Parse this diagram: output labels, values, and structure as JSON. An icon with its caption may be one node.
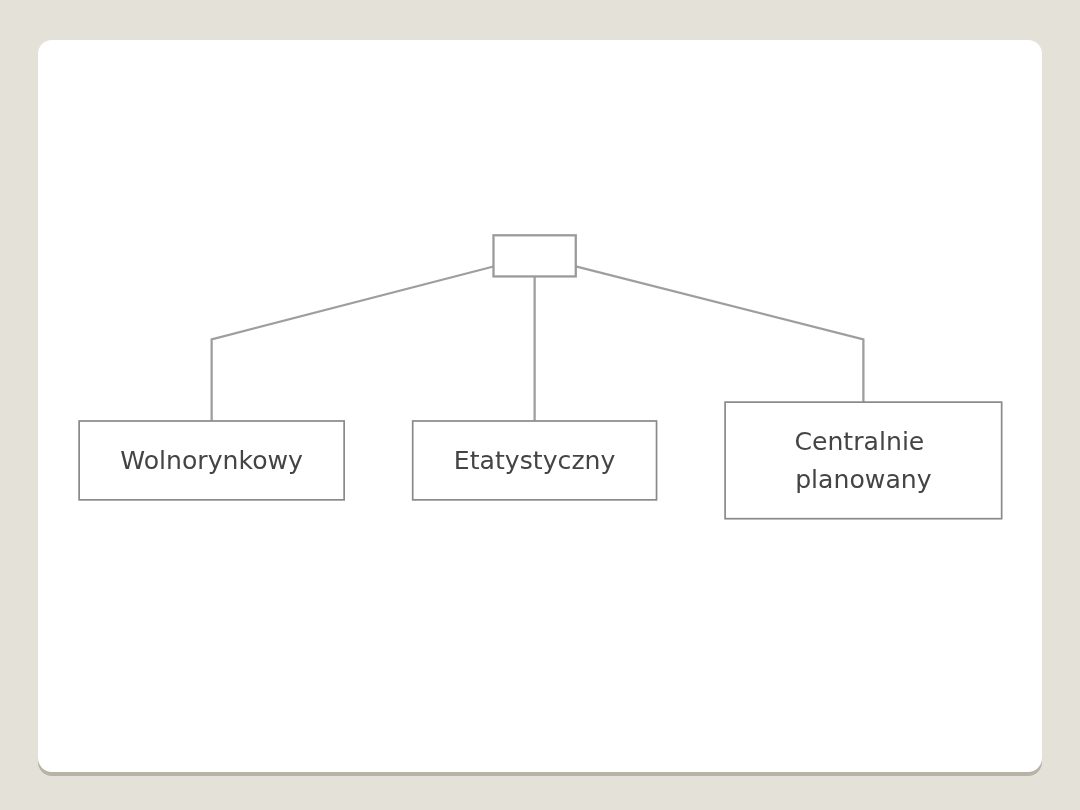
{
  "diagram": {
    "nodes": [
      {
        "text": [],
        "shape": "box"
      },
      {
        "text": [
          "Wolnorynkowy"
        ]
      },
      {
        "text": [
          "Etatystyczny"
        ]
      },
      {
        "text": [
          "Centralnie planowany"
        ]
      }
    ],
    "edges": [
      {
        "from": 0,
        "to": 1,
        "arrow": "none"
      },
      {
        "from": 0,
        "to": 2,
        "arrow": "none"
      },
      {
        "from": 0,
        "to": 3,
        "arrow": "none"
      }
    ]
  }
}
